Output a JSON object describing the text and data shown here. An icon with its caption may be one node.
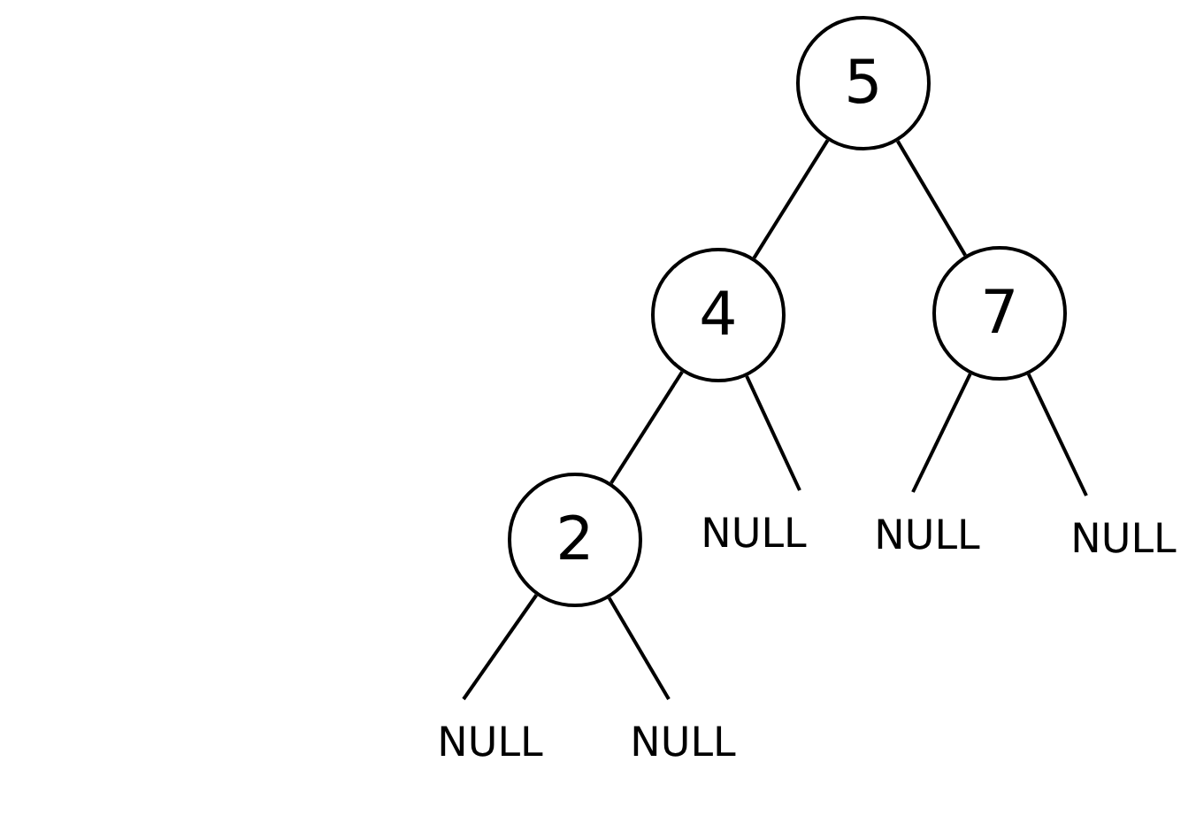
{
  "diagram": {
    "nodes": [
      {
        "text": [
          "5"
        ]
      },
      {
        "text": [
          "4"
        ]
      },
      {
        "text": [
          "7"
        ]
      },
      {
        "text": [
          "2"
        ]
      },
      {
        "text": [
          "NULL"
        ]
      },
      {
        "text": [
          "NULL"
        ]
      },
      {
        "text": [
          "NULL"
        ]
      },
      {
        "text": [
          "NULL"
        ]
      },
      {
        "text": [
          "NULL"
        ]
      }
    ],
    "edges": [
      {
        "from": 0,
        "to": 1,
        "arrow": "none"
      },
      {
        "from": 0,
        "to": 2,
        "arrow": "none"
      },
      {
        "from": 1,
        "to": 3,
        "arrow": "none"
      },
      {
        "from": 1,
        "to": 4,
        "arrow": "none"
      },
      {
        "from": 2,
        "to": 5,
        "arrow": "none"
      },
      {
        "from": 2,
        "to": 6,
        "arrow": "none"
      },
      {
        "from": 3,
        "to": 7,
        "arrow": "none"
      },
      {
        "from": 3,
        "to": 8,
        "arrow": "none"
      }
    ]
  }
}
